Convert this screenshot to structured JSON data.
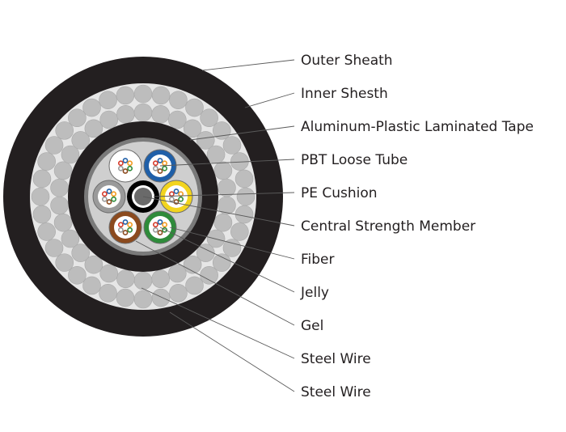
{
  "labels": [
    {
      "id": "outer-sheath",
      "text": "Outer Sheath"
    },
    {
      "id": "inner-sheath",
      "text": "Inner Shesth"
    },
    {
      "id": "laminated-tape",
      "text": "Aluminum-Plastic Laminated Tape"
    },
    {
      "id": "loose-tube",
      "text": "PBT Loose Tube"
    },
    {
      "id": "pe-cushion",
      "text": "PE Cushion"
    },
    {
      "id": "strength-member",
      "text": "Central Strength Member"
    },
    {
      "id": "fiber",
      "text": "Fiber"
    },
    {
      "id": "jelly",
      "text": "Jelly"
    },
    {
      "id": "gel",
      "text": "Gel"
    },
    {
      "id": "steel-wire-1",
      "text": "Steel Wire"
    },
    {
      "id": "steel-wire-2",
      "text": "Steel Wire"
    }
  ],
  "colors": {
    "sheath": "#231f20",
    "steel_wire_fill": "#bdbdbd",
    "steel_wire_background": "#e6e6e6",
    "tape": "#7a7a7a",
    "core_background": "#cfcfcf",
    "leader_line": "#5a5a5a",
    "label_text": "#231f20"
  },
  "loose_tubes": [
    {
      "name": "white-tube",
      "color": "#ffffff"
    },
    {
      "name": "blue-tube",
      "color": "#1f5fa8"
    },
    {
      "name": "yellow-tube",
      "color": "#f2d41f"
    },
    {
      "name": "green-tube",
      "color": "#2e8b3a"
    },
    {
      "name": "brown-tube",
      "color": "#8b4a1e"
    },
    {
      "name": "grey-tube",
      "color": "#9a9a9a"
    }
  ],
  "fiber_colors": [
    "#1f5fa8",
    "#f29a1f",
    "#2e8b3a",
    "#8b4a1e",
    "#9a9a9a",
    "#d63a2a"
  ]
}
